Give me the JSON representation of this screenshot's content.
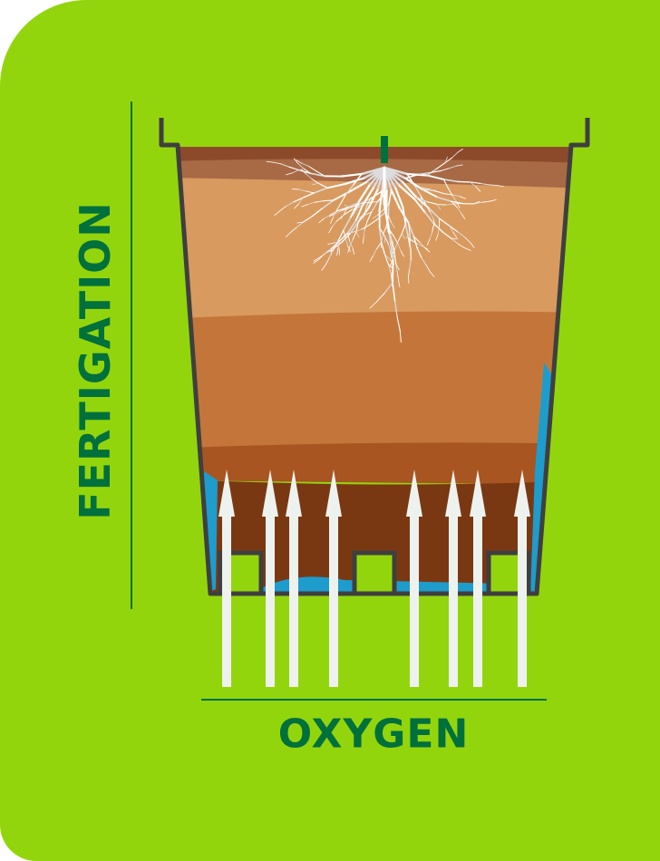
{
  "labels": {
    "vertical": "FERTIGATION",
    "horizontal": "OXYGEN"
  },
  "colors": {
    "background": "#93d50c",
    "text": "#00703c",
    "pot": "#3f3f3f",
    "water": "#1e9ccc",
    "arrow": "#eef2ee",
    "root": "#ffffff"
  },
  "arrows_count": 8
}
